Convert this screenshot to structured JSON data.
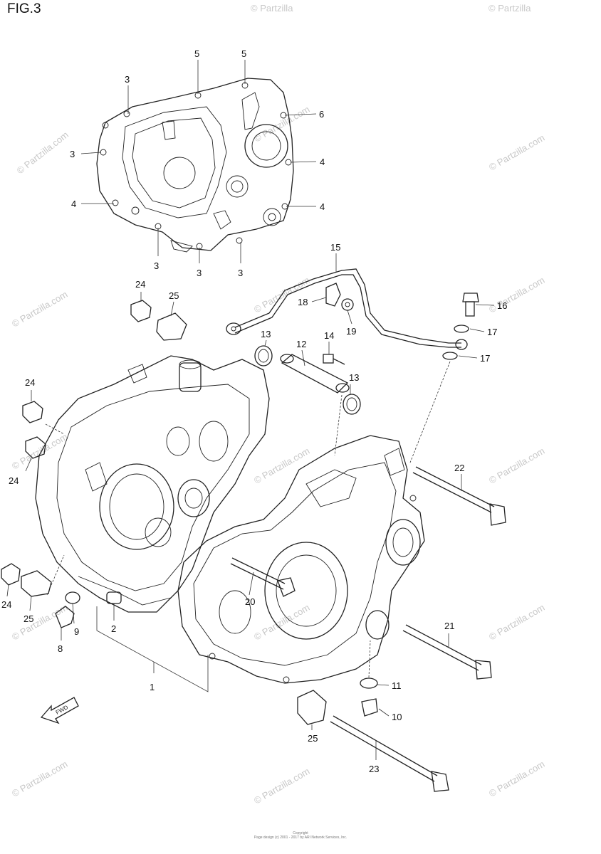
{
  "figure": {
    "title": "FIG.3"
  },
  "watermark": {
    "text": "© Partzilla.com",
    "text_short": "© Partzilla"
  },
  "callouts": [
    "1",
    "2",
    "3",
    "3",
    "3",
    "3",
    "3",
    "3",
    "4",
    "4",
    "4",
    "5",
    "5",
    "6",
    "8",
    "9",
    "10",
    "11",
    "12",
    "13",
    "13",
    "14",
    "15",
    "16",
    "17",
    "17",
    "18",
    "19",
    "20",
    "21",
    "22",
    "23",
    "24",
    "24",
    "24",
    "24",
    "25",
    "25",
    "25"
  ],
  "footer": {
    "line1": "Copyright",
    "line2": "Page design (c) 2001 - 2017 by ARI Network Services, Inc."
  },
  "fwd_arrow": {
    "label": "FWD"
  }
}
